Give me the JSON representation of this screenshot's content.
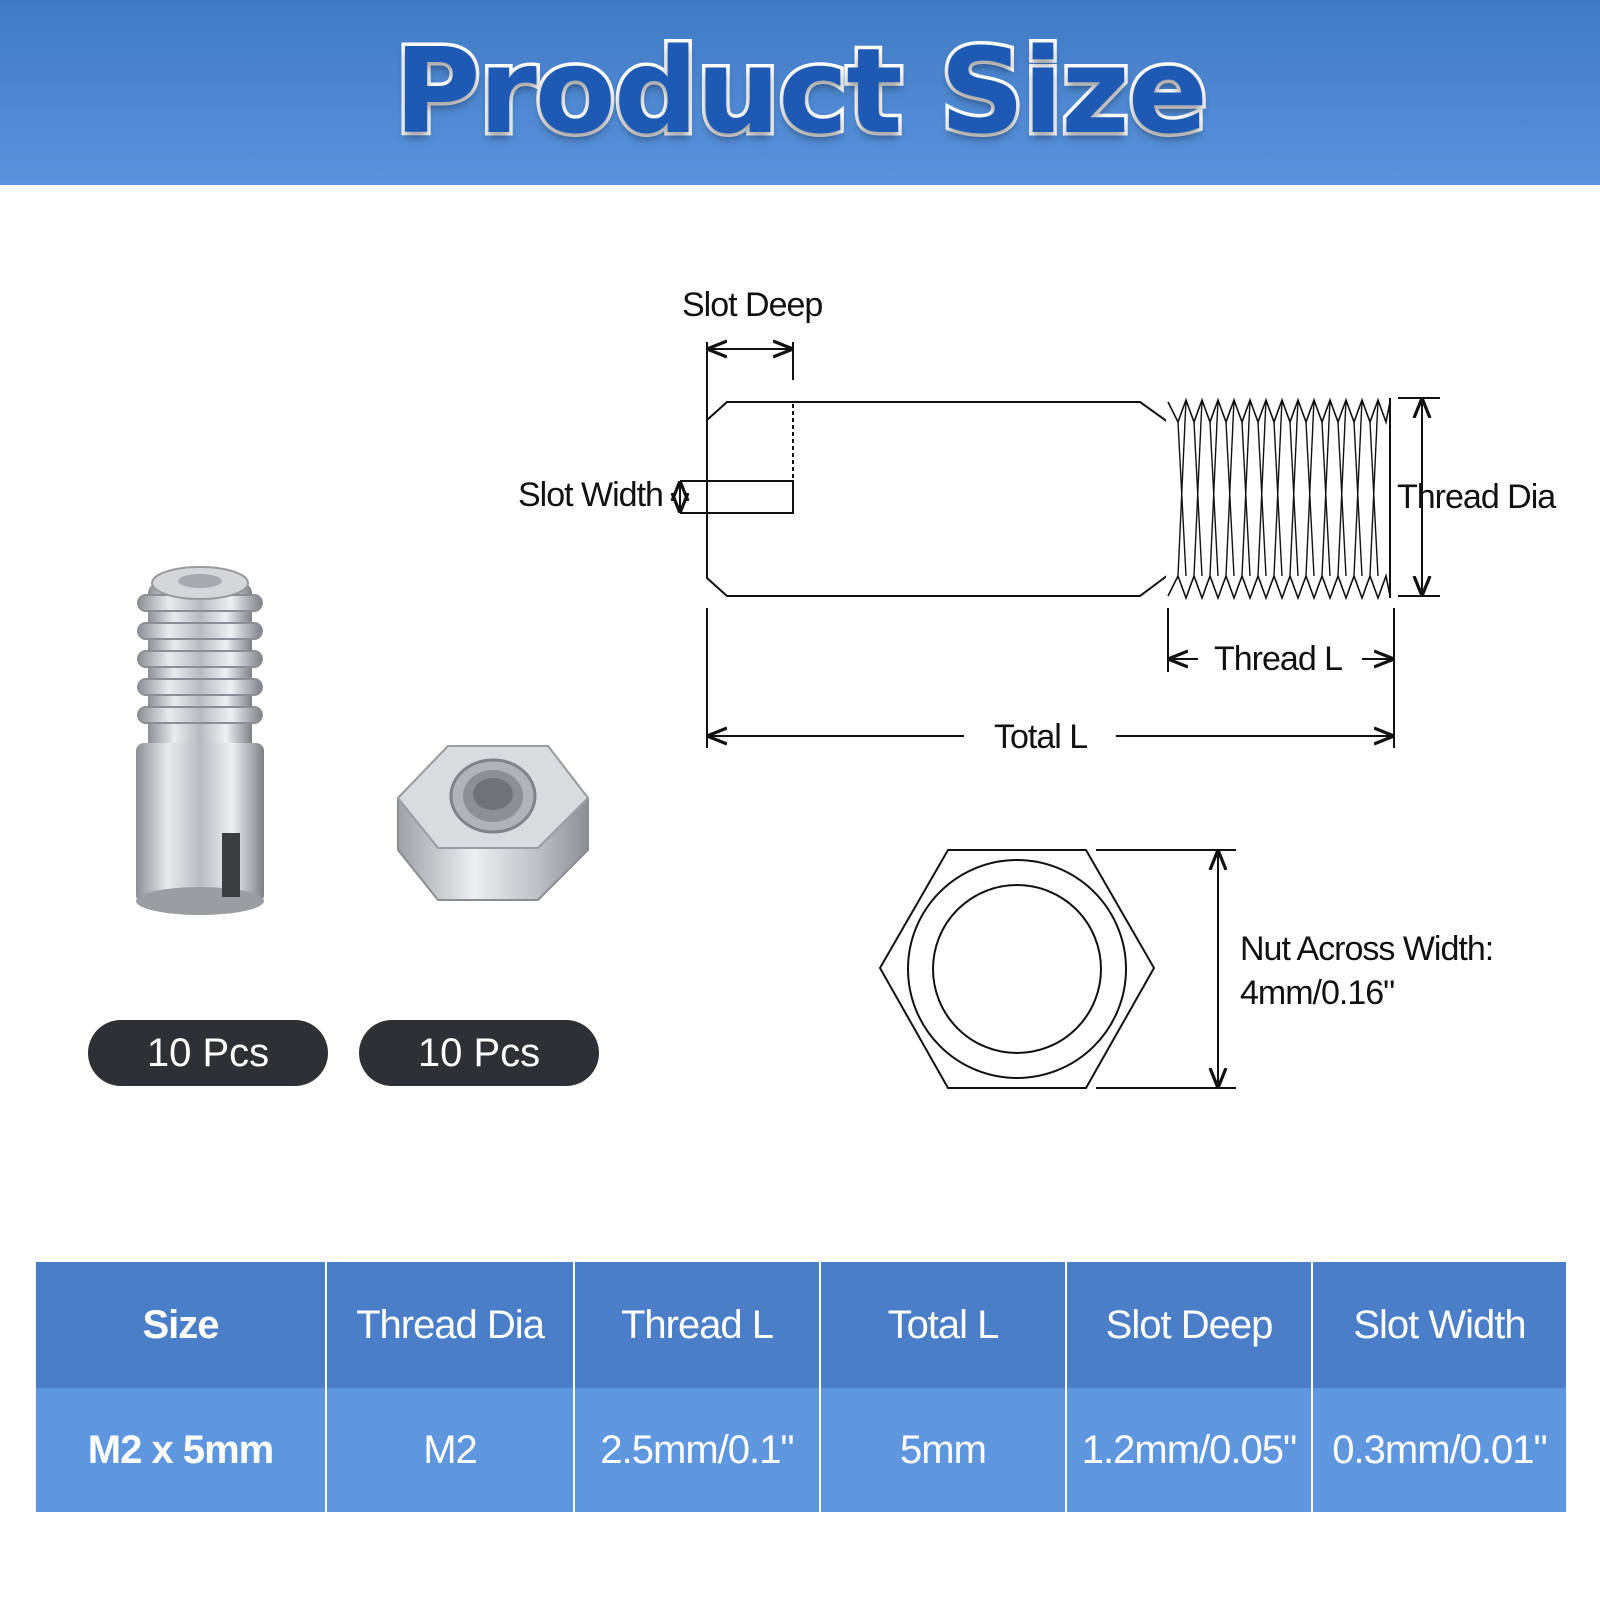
{
  "header": {
    "title": "Product Size"
  },
  "products": [
    {
      "quantity_label": "10 Pcs"
    },
    {
      "quantity_label": "10 Pcs"
    }
  ],
  "diagram": {
    "slot_deep_label": "Slot Deep",
    "slot_width_label": "Slot Width",
    "thread_dia_label": "Thread Dia",
    "thread_l_label": "Thread L",
    "total_l_label": "Total L",
    "nut_across_width_line1": "Nut Across Width:",
    "nut_across_width_line2": "4mm/0.16\""
  },
  "table": {
    "headers": [
      "Size",
      "Thread Dia",
      "Thread L",
      "Total L",
      "Slot Deep",
      "Slot Width"
    ],
    "rows": [
      [
        "M2 x 5mm",
        "M2",
        "2.5mm/0.1\"",
        "5mm",
        "1.2mm/0.05\"",
        "0.3mm/0.01\""
      ]
    ]
  },
  "colors": {
    "header_blue": "#4a86d2",
    "title_blue": "#1e59b3",
    "table_header_blue": "#4b7ec8",
    "table_row_blue": "#5e97e0",
    "pill_dark": "#2e3035"
  }
}
